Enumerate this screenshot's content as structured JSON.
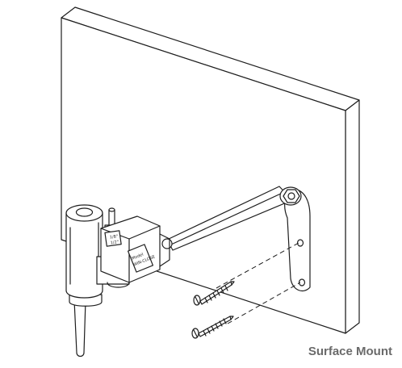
{
  "caption": "Surface Mount",
  "closer_markings": {
    "setting_top": "1/8\"",
    "setting_bottom": "1/2\"",
    "brand_line1": "Model",
    "brand_line2": "WIN-CLOSE"
  }
}
